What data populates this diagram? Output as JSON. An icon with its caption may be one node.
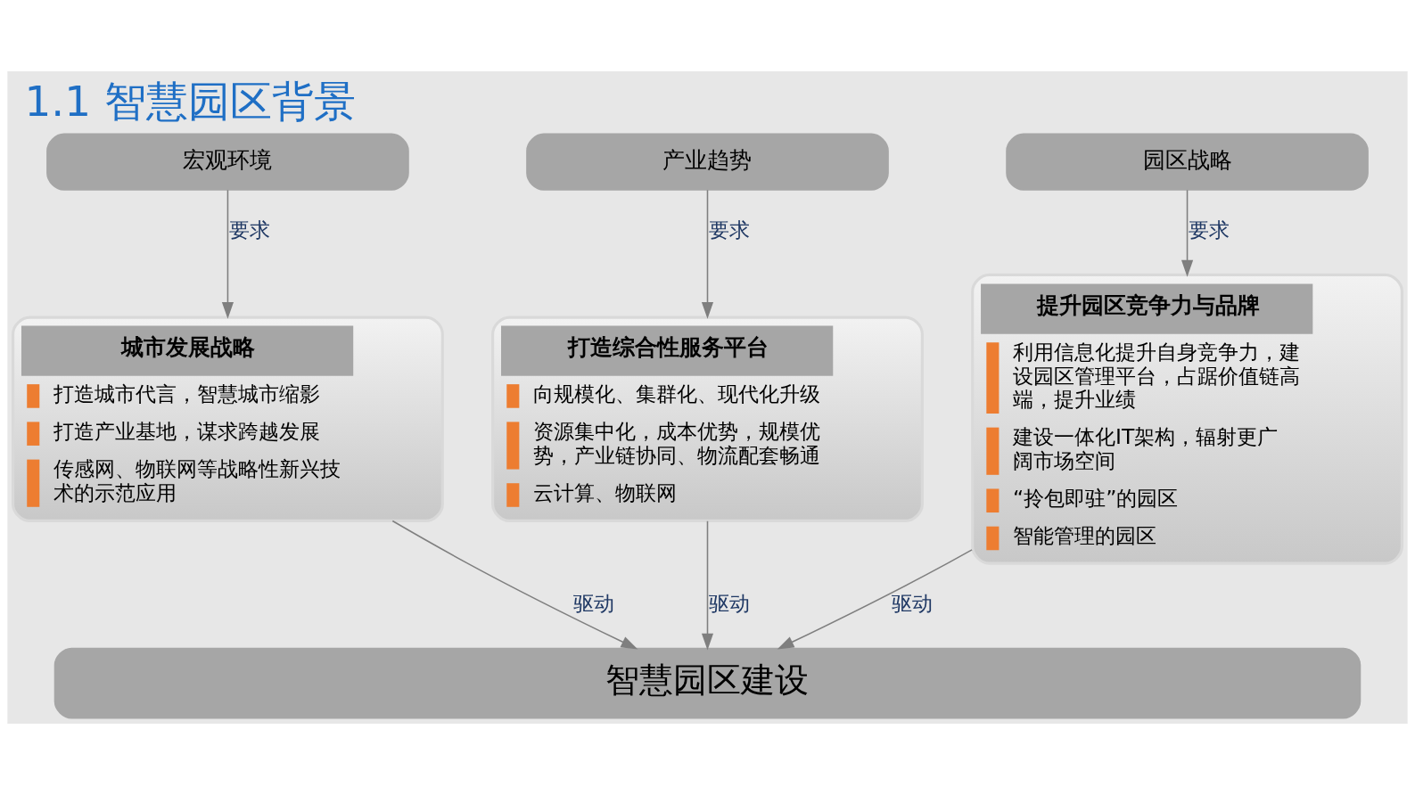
{
  "diagram": {
    "title": "1.1 智慧园区背景",
    "nodes": [
      {
        "text": [
          "宏观环境"
        ]
      },
      {
        "text": [
          "产业趋势"
        ]
      },
      {
        "text": [
          "园区战略"
        ]
      },
      {
        "text": [
          "城市发展战略",
          "打造城市代言，智慧城市缩影",
          "打造产业基地，谋求跨越发展",
          "传感网、物联网等战略性新兴技术的示范应用"
        ]
      },
      {
        "text": [
          "打造综合性服务平台",
          "向规模化、集群化、现代化升级",
          "资源集中化，成本优势，规模优势，产业链协同、物流配套畅通",
          "云计算、物联网"
        ]
      },
      {
        "text": [
          "提升园区竞争力与品牌",
          "利用信息化提升自身竞争力，建设园区管理平台，占踞价值链高端，提升业绩",
          "建设一体化IT架构，辐射更广阔市场空间",
          "“拎包即驻”的园区",
          "智能管理的园区"
        ]
      },
      {
        "text": [
          "智慧园区建设"
        ]
      }
    ],
    "edges": [
      {
        "from": 0,
        "to": 3,
        "arrow": "to",
        "label": "要求"
      },
      {
        "from": 1,
        "to": 4,
        "arrow": "to",
        "label": "要求"
      },
      {
        "from": 2,
        "to": 5,
        "arrow": "to",
        "label": "要求"
      },
      {
        "from": 3,
        "to": 6,
        "arrow": "to",
        "label": "驱动"
      },
      {
        "from": 4,
        "to": 6,
        "arrow": "to",
        "label": "驱动"
      },
      {
        "from": 5,
        "to": 6,
        "arrow": "to",
        "label": "驱动"
      }
    ]
  }
}
